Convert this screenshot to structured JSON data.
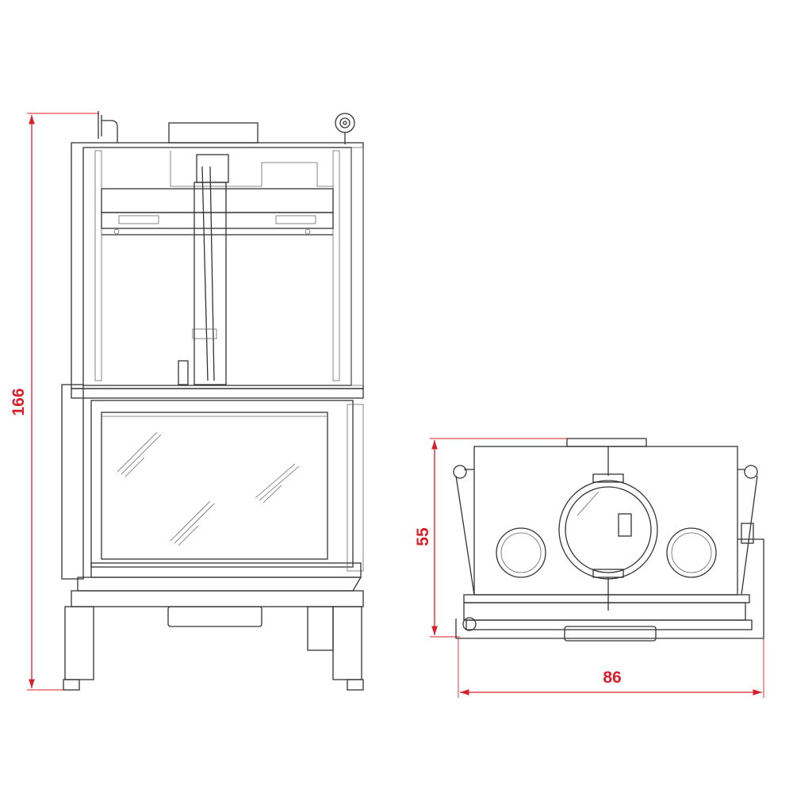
{
  "drawing": {
    "front_view": {
      "height_label": "166"
    },
    "top_view": {
      "depth_label": "55",
      "width_label": "86"
    },
    "colors": {
      "dimension": "#d9202a",
      "line": "#333333"
    }
  }
}
